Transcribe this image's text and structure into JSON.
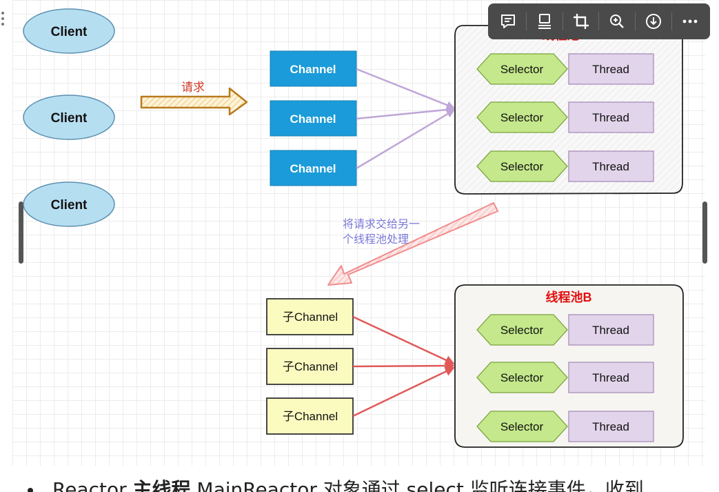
{
  "clients": [
    "Client",
    "Client",
    "Client"
  ],
  "request_label": "请求",
  "channels": [
    "Channel",
    "Channel",
    "Channel"
  ],
  "pool_a": {
    "title": "线程池A",
    "rows": [
      {
        "selector": "Selector",
        "thread": "Thread"
      },
      {
        "selector": "Selector",
        "thread": "Thread"
      },
      {
        "selector": "Selector",
        "thread": "Thread"
      }
    ]
  },
  "handoff_label": [
    "将请求交给另一",
    "个线程池处理"
  ],
  "sub_channels": [
    "子Channel",
    "子Channel",
    "子Channel"
  ],
  "pool_b": {
    "title": "线程池B",
    "rows": [
      {
        "selector": "Selector",
        "thread": "Thread"
      },
      {
        "selector": "Selector",
        "thread": "Thread"
      },
      {
        "selector": "Selector",
        "thread": "Thread"
      }
    ]
  },
  "toolbar": {
    "icons": [
      "comment-icon",
      "text-icon",
      "crop-icon",
      "zoom-in-icon",
      "download-icon",
      "more-icon"
    ]
  },
  "bottom_text": {
    "part1": "Reactor ",
    "bold": "主线程",
    "part2": " MainReactor 对象通过 select 监听连接事件，收到"
  },
  "colors": {
    "client_fill": "#b6def1",
    "client_stroke": "#5a8fb0",
    "channel_fill": "#1b9bd9",
    "selector_fill": "#c4e88b",
    "thread_fill": "#e2d4ea",
    "subchannel_fill": "#fbfbc0",
    "pool_title": "#e01010",
    "request_arrow": "#b87a1c",
    "handoff_arrow": "#f2a0a0",
    "handoff_text": "#7b78d8"
  }
}
